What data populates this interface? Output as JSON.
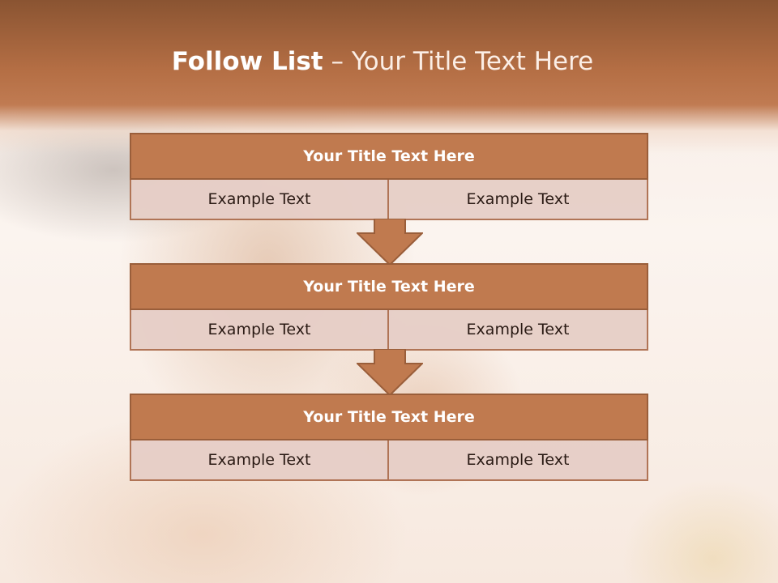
{
  "slide": {
    "title_bold": "Follow List",
    "title_rest": "– Your Title Text Here"
  },
  "steps": [
    {
      "title": "Your Title Text Here",
      "left": "Example Text",
      "right": "Example Text"
    },
    {
      "title": "Your Title Text Here",
      "left": "Example Text",
      "right": "Example Text"
    },
    {
      "title": "Your Title Text Here",
      "left": "Example Text",
      "right": "Example Text"
    }
  ],
  "colors": {
    "header": "#b46e44",
    "box_title": "#c07a4f",
    "box_border": "#9a5e3a",
    "box_cell": "#e6cdc6"
  }
}
